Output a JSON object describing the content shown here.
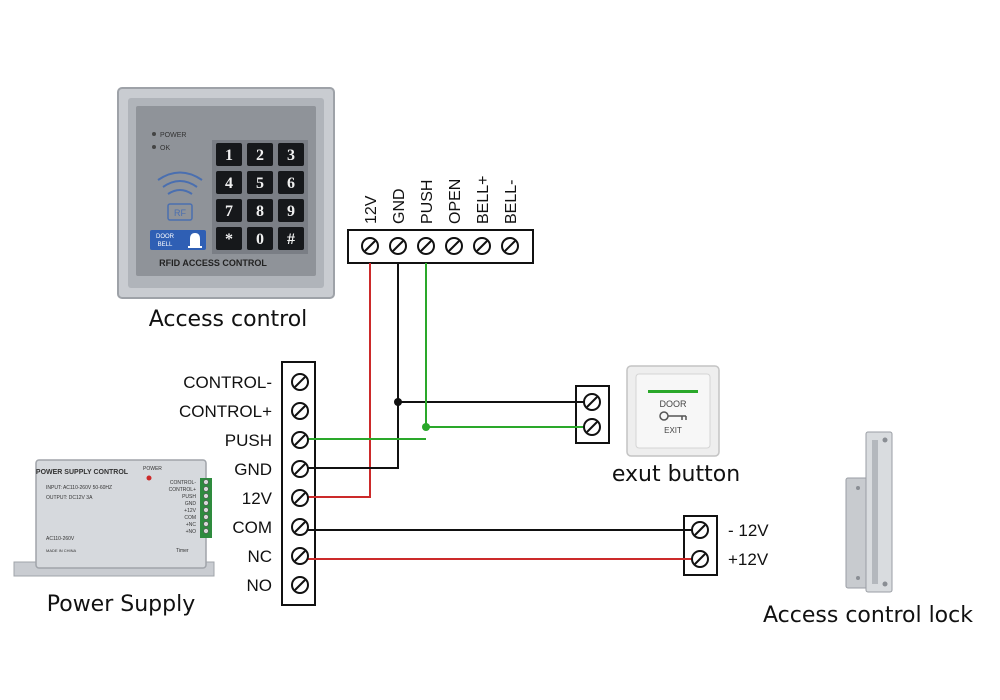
{
  "access_control": {
    "caption": "Access control",
    "device_label": "RFID ACCESS CONTROL",
    "led_power": "POWER",
    "led_ok": "OK",
    "rf_badge": "RF",
    "door_bell": [
      "DOOR",
      "BELL"
    ],
    "keys": [
      "1",
      "2",
      "3",
      "4",
      "5",
      "6",
      "7",
      "8",
      "9",
      "*",
      "0",
      "#"
    ],
    "terminals": [
      "12V",
      "GND",
      "PUSH",
      "OPEN",
      "BELL+",
      "BELL-"
    ]
  },
  "power_supply": {
    "caption": "Power Supply",
    "device_title": "POWER SUPPLY CONTROL",
    "power_led": "POWER",
    "input_spec": "INPUT: AC110-260V 50-60HZ",
    "output_spec": "OUTPUT: DC12V  3A",
    "ac_spec": "AC110-260V",
    "made_in": "MADE IN CHINA",
    "device_terminal_labels": [
      "CONTROL-",
      "CONTROL+",
      "PUSH",
      "GND",
      "+12V",
      "COM",
      "+NC",
      "+NO"
    ],
    "timer_label": "Timer",
    "terminals": [
      "CONTROL-",
      "CONTROL+",
      "PUSH",
      "GND",
      "12V",
      "COM",
      "NC",
      "NO"
    ]
  },
  "exit_button": {
    "caption": "exut button",
    "face_top": "DOOR",
    "face_bottom": "EXIT"
  },
  "lock": {
    "caption": "Access control lock",
    "terminals": [
      "- 12V",
      "+12V"
    ]
  },
  "wire_colors": {
    "red": "#cc2a2a",
    "black": "#111111",
    "green": "#2aa82a"
  }
}
